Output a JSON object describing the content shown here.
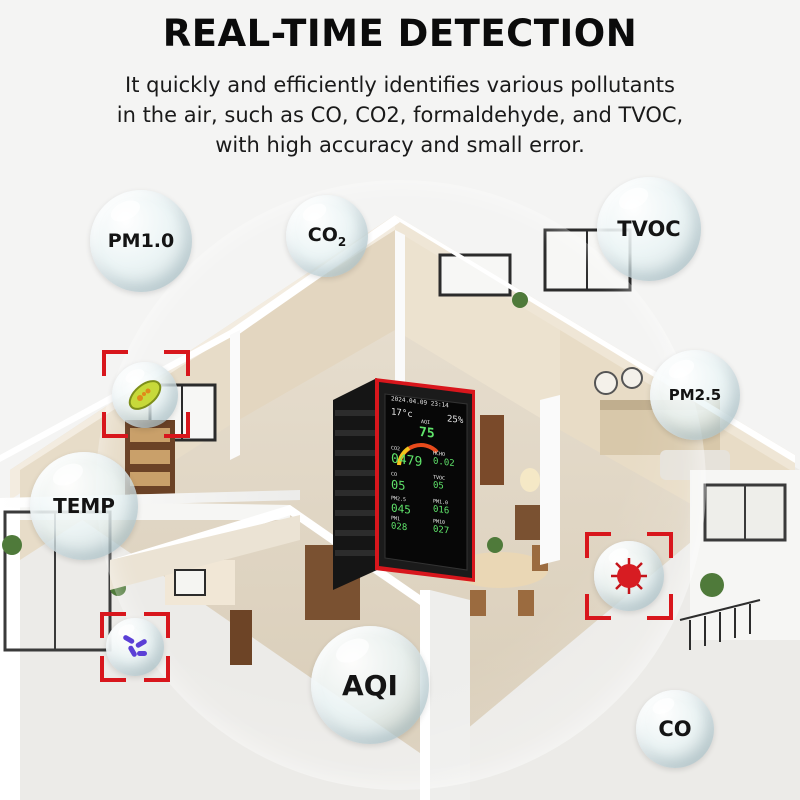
{
  "header": {
    "title": "REAL-TIME DETECTION",
    "description_lines": [
      "It quickly and efficiently identifies various pollutants",
      "in the air, such as CO, CO2, formaldehyde, and TVOC,",
      "with high accuracy and small error."
    ]
  },
  "bubbles": {
    "pm10": "PM1.0",
    "co2_main": "CO",
    "co2_sub": "2",
    "tvoc": "TVOC",
    "pm25": "PM2.5",
    "temp": "TEMP",
    "aqi": "AQI",
    "co": "CO"
  },
  "device": {
    "datetime": "2024.04.09 23:14",
    "temp": "17°c",
    "aqi_label": "AQI",
    "aqi_value": "75",
    "humidity": "25%",
    "co2_label": "CO2",
    "co2_value": "0479",
    "hcho_label": "HCHO",
    "hcho_value": "0.02",
    "co_label": "CO",
    "co_value": "05",
    "tvoc_label": "TVOC",
    "tvoc_value": "05",
    "pm25_label": "PM2.5",
    "pm25_value": "045",
    "pm10_label": "PM1.0",
    "pm10_value": "016",
    "pm1_label": "PM1",
    "pm1_value": "028",
    "pm10b_label": "PM10",
    "pm10b_value": "027"
  },
  "colors": {
    "accent_red": "#d8161c",
    "screen_green": "#5fe36a",
    "device_body": "#1b1b1b"
  }
}
